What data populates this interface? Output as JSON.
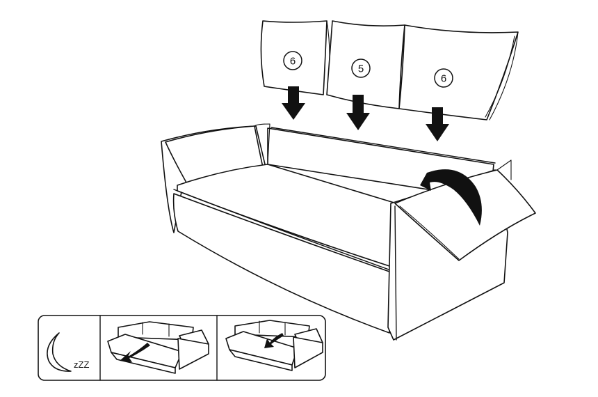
{
  "cushion_counts": [
    "6",
    "5",
    "6"
  ],
  "sleep_label": "zZZ",
  "icons": {
    "moon": "crescent-moon-icon",
    "down": "down-arrow-icon",
    "curve": "curved-arrow-icon"
  },
  "colors": {
    "line": "#111111",
    "background": "#ffffff"
  }
}
